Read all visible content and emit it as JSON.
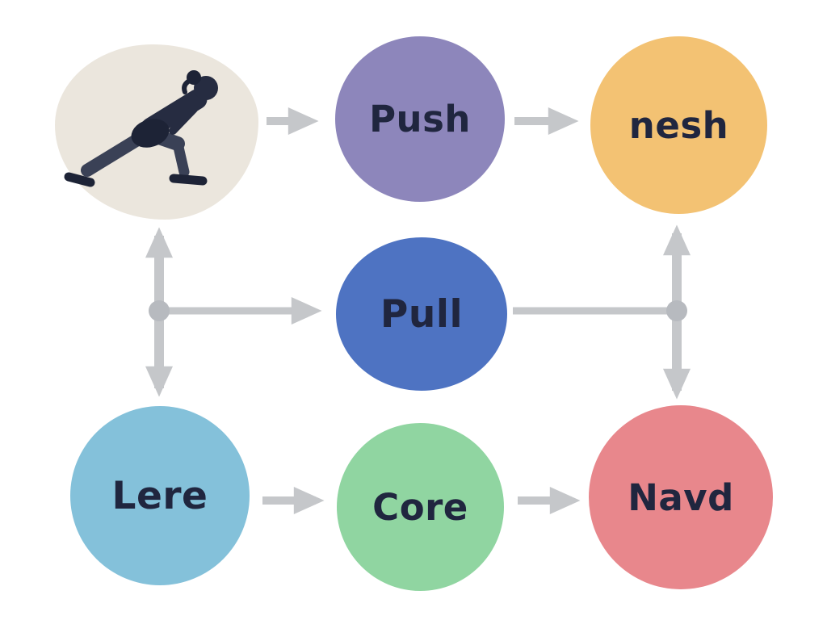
{
  "diagram": {
    "title": "",
    "illustration": {
      "icon": "person-lunge-exercise-icon",
      "background_color": "#ebe6dd",
      "silhouette_color": "#262c41"
    },
    "nodes": {
      "push": {
        "label": "Push",
        "color": "#8d86bb"
      },
      "nesh": {
        "label": "nesh",
        "color": "#f3c273"
      },
      "pull": {
        "label": "Pull",
        "color": "#4e73c2"
      },
      "lere": {
        "label": "Lere",
        "color": "#84c1da"
      },
      "core": {
        "label": "Core",
        "color": "#90d5a1"
      },
      "navd": {
        "label": "Navd",
        "color": "#e8878c"
      }
    },
    "edges": [
      {
        "from": "illustration",
        "to": "push",
        "type": "arrow"
      },
      {
        "from": "push",
        "to": "nesh",
        "type": "arrow"
      },
      {
        "from": "illustration",
        "to": "lere",
        "type": "double-arrow",
        "junction": "left-dot"
      },
      {
        "from": "left-dot",
        "to": "pull",
        "type": "arrow"
      },
      {
        "from": "pull",
        "to": "right-dot",
        "type": "line"
      },
      {
        "from": "nesh",
        "to": "navd",
        "type": "double-arrow",
        "junction": "right-dot"
      },
      {
        "from": "lere",
        "to": "core",
        "type": "arrow"
      },
      {
        "from": "core",
        "to": "navd",
        "type": "arrow"
      }
    ],
    "text_color": "#20263f",
    "arrow_color": "#c5c7ca",
    "junction_dot_color": "#b7babf",
    "background_color": "#ffffff"
  }
}
